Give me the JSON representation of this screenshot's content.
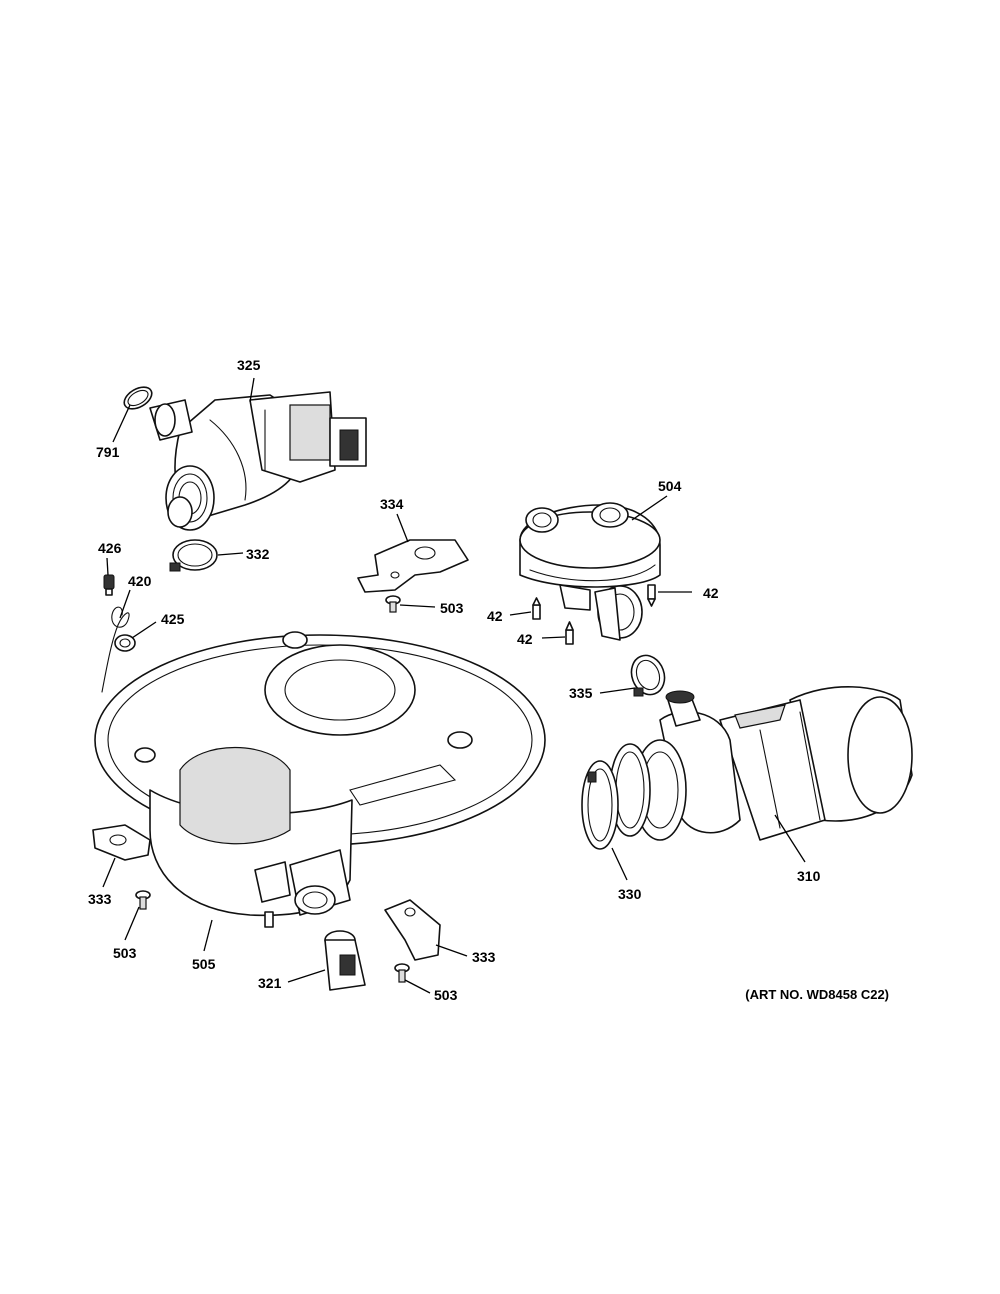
{
  "parts": [
    {
      "id": "p325",
      "label": "325",
      "name": "drain-pump"
    },
    {
      "id": "p791",
      "label": "791",
      "name": "hose-clamp"
    },
    {
      "id": "p426",
      "label": "426",
      "name": "screw"
    },
    {
      "id": "p332",
      "label": "332",
      "name": "clamp"
    },
    {
      "id": "p420",
      "label": "420",
      "name": "wire-clip"
    },
    {
      "id": "p425",
      "label": "425",
      "name": "grommet"
    },
    {
      "id": "p334",
      "label": "334",
      "name": "bracket"
    },
    {
      "id": "p503a",
      "label": "503",
      "name": "screw"
    },
    {
      "id": "p504",
      "label": "504",
      "name": "diverter-housing"
    },
    {
      "id": "p42a",
      "label": "42",
      "name": "screw"
    },
    {
      "id": "p42b",
      "label": "42",
      "name": "screw"
    },
    {
      "id": "p42c",
      "label": "42",
      "name": "screw"
    },
    {
      "id": "p335",
      "label": "335",
      "name": "clamp"
    },
    {
      "id": "p310",
      "label": "310",
      "name": "circulation-pump"
    },
    {
      "id": "p330",
      "label": "330",
      "name": "seal-and-clamp"
    },
    {
      "id": "p333a",
      "label": "333",
      "name": "bracket"
    },
    {
      "id": "p503b",
      "label": "503",
      "name": "screw"
    },
    {
      "id": "p505",
      "label": "505",
      "name": "sump"
    },
    {
      "id": "p321",
      "label": "321",
      "name": "sensor"
    },
    {
      "id": "p333b",
      "label": "333",
      "name": "bracket"
    },
    {
      "id": "p503c",
      "label": "503",
      "name": "screw"
    }
  ],
  "art_number": "(ART NO. WD8458 C22)"
}
